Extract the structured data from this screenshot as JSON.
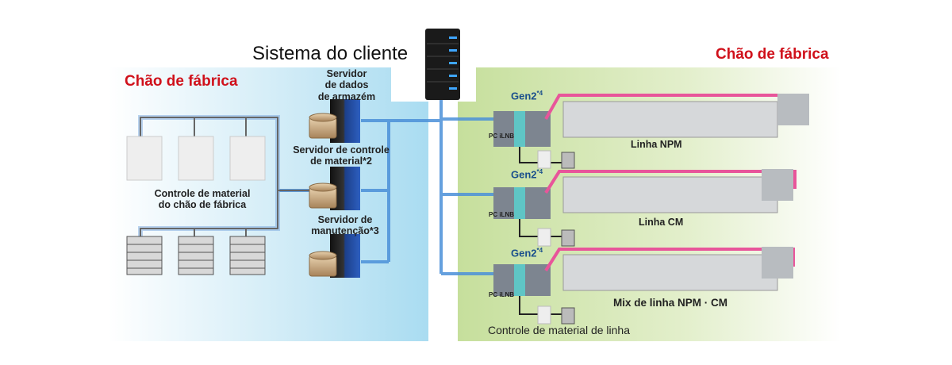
{
  "title": "Sistema do cliente",
  "left_area": {
    "title": "Chão de fábrica",
    "servers": [
      {
        "label": "Servidor\nde dados\nde armazém"
      },
      {
        "label": "Servidor de controle\nde material*2"
      },
      {
        "label": "Servidor de\nmanutenção*3"
      }
    ],
    "material_control_label": "Controle de material\ndo chão de fábrica"
  },
  "right_area": {
    "title": "Chão de fábrica",
    "lines": [
      {
        "gen": "Gen2",
        "gen_note": "*4",
        "pc": "PC iLNB",
        "name": "Linha NPM"
      },
      {
        "gen": "Gen2",
        "gen_note": "*4",
        "pc": "PC iLNB",
        "name": "Linha CM"
      },
      {
        "gen": "Gen2",
        "gen_note": "*4",
        "pc": "PC iLNB",
        "name": "Mix de linha NPM · CM"
      }
    ],
    "line_material_label": "Controle de material de linha"
  },
  "colors": {
    "accent_red": "#d0111b",
    "network_blue": "#4a8fd8",
    "line_pink": "#e8559a",
    "left_bg": "#a9dcf1",
    "right_bg": "#c6df9c"
  }
}
